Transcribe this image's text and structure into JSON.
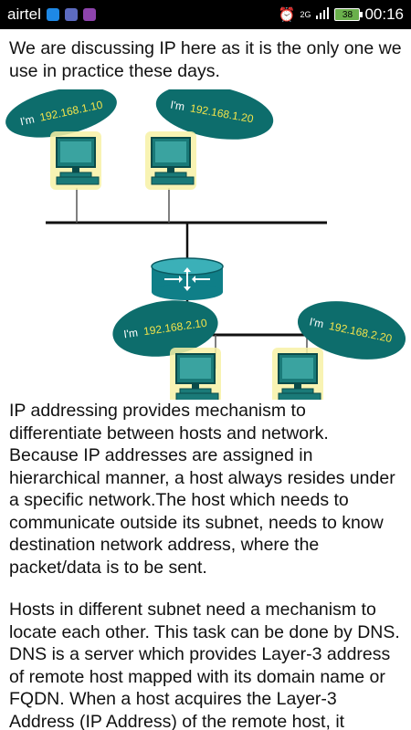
{
  "status_bar": {
    "carrier": "airtel",
    "network": "2G",
    "battery": "38",
    "time": "00:16"
  },
  "article": {
    "intro": "We are discussing IP here as it is the only one we use in practice these days.",
    "para1": "IP addressing provides mechanism to differentiate between hosts and network. Because IP addresses are assigned in hierarchical manner, a host always resides under a specific network.The host which needs to communicate outside its subnet, needs to know destination network address, where the packet/data is to be sent.",
    "para2": "Hosts in different subnet need a mechanism to locate each other. This task can be done by DNS. DNS is a server which provides Layer-3 address of remote host mapped with its domain name or FQDN. When a host acquires the Layer-3 Address (IP Address) of the remote host, it"
  },
  "diagram": {
    "hosts": [
      {
        "prefix": "I'm",
        "ip": "192.168.1.10"
      },
      {
        "prefix": "I'm",
        "ip": "192.168.1.20"
      },
      {
        "prefix": "I'm",
        "ip": "192.168.2.10"
      },
      {
        "prefix": "I'm",
        "ip": "192.168.2.20"
      }
    ]
  },
  "colors": {
    "bubble": "#0d6d6c",
    "ip_text": "#f2e34b",
    "router": "#0f7f88",
    "monitor_glow": "#f7f1a6"
  }
}
